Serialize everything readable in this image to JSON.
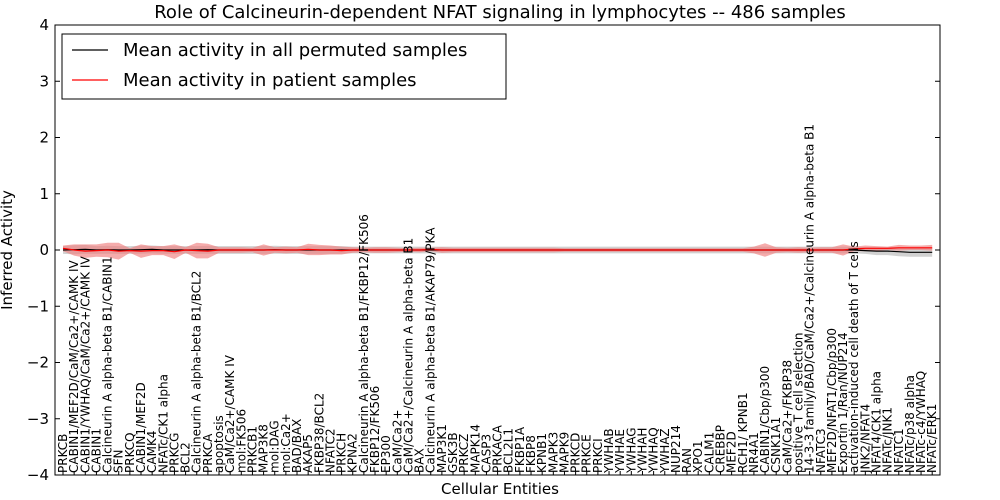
{
  "chart_data": {
    "type": "line",
    "title": "Role of Calcineurin-dependent NFAT signaling in lymphocytes -- 486 samples",
    "xlabel": "Cellular Entities",
    "ylabel": "Inferred Activity",
    "ylim": [
      -4,
      4
    ],
    "yticks": [
      -4,
      -3,
      -2,
      -1,
      0,
      1,
      2,
      3,
      4
    ],
    "grid": false,
    "legend_position": "top-left",
    "categories": [
      "PRKCB",
      "CABIN1/MEF2D/CaM/Ca2+/CAMK IV",
      "CABIN1/YWHAQ/CaM/Ca2+/CAMK IV",
      "CABIN1",
      "Calcineurin A alpha-beta B1/CABIN1",
      "SFN",
      "PRKCQ",
      "CABIN1/MEF2D",
      "CAMK4",
      "NFATc/CK1 alpha",
      "PRKCG",
      "BCL2",
      "Calcineurin A alpha-beta B1/BCL2",
      "PRKCA",
      "apoptosis",
      "CaM/Ca2+/CAMK IV",
      "mol:FK506",
      "PRKCB1",
      "MAP3K8",
      "mol:DAG",
      "mol:Ca2+",
      "BAD/BAX",
      "AKAP5",
      "FKBP38/BCL2",
      "NFATC2",
      "PRKCH",
      "KPNA2",
      "Calcineurin A alpha-beta B1/FKBP12/FK506",
      "FKBP12/FK506",
      "EP300",
      "CaM/Ca2+",
      "CaM/Ca2+/Calcineurin A alpha-beta B1",
      "BAX",
      "Calcineurin A alpha-beta B1/AKAP79/PKA",
      "MAP3K1",
      "GSK3B",
      "PRKCZ",
      "MAPK14",
      "CASP3",
      "PRKACA",
      "BCL2L1",
      "FKBP1A",
      "FKBP8",
      "KPNB1",
      "MAPK3",
      "MAPK9",
      "PRKCD",
      "PRKCE",
      "PRKCI",
      "YWHAB",
      "YWHAE",
      "YWHAG",
      "YWHAH",
      "YWHAQ",
      "YWHAZ",
      "NUP214",
      "RAN",
      "XPO1",
      "CALM1",
      "CREBBP",
      "MEF2D",
      "RCH1/ KPNB1",
      "NR4A1",
      "CABIN1/Cbp/p300",
      "CSNK1A1",
      "CaM/Ca2+/FKBP38",
      "positive T cell selection",
      "14-3-3 family/BAD/CaM/Ca2+/Calcineurin A alpha-beta B1",
      "NFATC3",
      "MEF2D/NFAT1/Cbp/p300",
      "Exportin 1/Ran/NUP214",
      "activation-induced cell death of T cells",
      "JNK2/NFAT4",
      "NFAT4/CK1 alpha",
      "NFATc/JNK1",
      "NFATC1",
      "NFATc/p38 alpha",
      "NFATc-c4/YWHAQ",
      "NFATc/ERK1"
    ],
    "series": [
      {
        "name": "Mean activity in all permuted samples",
        "color": "#000000",
        "band_color": "#b3b3b3",
        "values": [
          0,
          0.005,
          0.01,
          0,
          0.005,
          0,
          0,
          0.005,
          0.01,
          0,
          0,
          0,
          0,
          0.005,
          0,
          0,
          0,
          0,
          0,
          0.005,
          0,
          0,
          0,
          0,
          0,
          0,
          0,
          0,
          0,
          0,
          0,
          0,
          0,
          0,
          0,
          0,
          0,
          0,
          0,
          0,
          0,
          0,
          0,
          0,
          0,
          0,
          0,
          0,
          0,
          0,
          0,
          0,
          0,
          0,
          0,
          0,
          0,
          0,
          0,
          0,
          0,
          0,
          0,
          0,
          0,
          0,
          0,
          0,
          0,
          0,
          0,
          0,
          -0.01,
          -0.02,
          -0.02,
          -0.03,
          -0.04,
          -0.04,
          -0.04
        ],
        "band_halfwidth": [
          0.07,
          0.08,
          0.08,
          0.07,
          0.07,
          0.07,
          0.07,
          0.07,
          0.07,
          0.07,
          0.07,
          0.07,
          0.07,
          0.07,
          0.07,
          0.07,
          0.07,
          0.07,
          0.07,
          0.07,
          0.07,
          0.07,
          0.07,
          0.07,
          0.07,
          0.07,
          0.06,
          0.06,
          0.06,
          0.06,
          0.06,
          0.06,
          0.06,
          0.06,
          0.06,
          0.06,
          0.06,
          0.06,
          0.06,
          0.06,
          0.06,
          0.06,
          0.06,
          0.06,
          0.06,
          0.06,
          0.06,
          0.06,
          0.06,
          0.06,
          0.06,
          0.06,
          0.06,
          0.06,
          0.06,
          0.06,
          0.06,
          0.06,
          0.06,
          0.06,
          0.06,
          0.06,
          0.06,
          0.06,
          0.06,
          0.06,
          0.06,
          0.06,
          0.06,
          0.06,
          0.06,
          0.06,
          0.06,
          0.07,
          0.07,
          0.08,
          0.08,
          0.08,
          0.08
        ]
      },
      {
        "name": "Mean activity in patient samples",
        "color": "#ff0000",
        "band_color": "#f08080",
        "values": [
          0.03,
          0.0,
          -0.02,
          -0.01,
          0.0,
          -0.02,
          -0.01,
          -0.02,
          -0.01,
          -0.01,
          -0.03,
          0.0,
          -0.01,
          -0.02,
          0.0,
          0.0,
          0.0,
          0.0,
          0.0,
          0.0,
          0.0,
          0.0,
          0.01,
          0.0,
          0.0,
          -0.01,
          0.0,
          0.0,
          0.0,
          0.0,
          0.0,
          0.0,
          0.0,
          0.01,
          0.0,
          0.0,
          0.0,
          0.0,
          0.0,
          0.0,
          0.0,
          0.0,
          0.0,
          0.0,
          0.0,
          0.0,
          0.0,
          0.0,
          0.0,
          0.0,
          0.0,
          0.0,
          0.0,
          0.0,
          0.0,
          0.0,
          0.0,
          0.0,
          0.0,
          0.0,
          0.0,
          0.0,
          0.0,
          0.0,
          0.0,
          0.0,
          0.0,
          0.0,
          0.0,
          0.0,
          0.0,
          0.02,
          0.03,
          0.03,
          0.03,
          0.04,
          0.04,
          0.04,
          0.04
        ],
        "band_halfwidth": [
          0.05,
          0.1,
          0.12,
          0.11,
          0.13,
          0.15,
          0.04,
          0.12,
          0.08,
          0.08,
          0.13,
          0.05,
          0.14,
          0.13,
          0.05,
          0.05,
          0.05,
          0.04,
          0.1,
          0.05,
          0.06,
          0.05,
          0.1,
          0.09,
          0.08,
          0.07,
          0.05,
          0.04,
          0.05,
          0.05,
          0.04,
          0.03,
          0.04,
          0.03,
          0.05,
          0.04,
          0.04,
          0.04,
          0.04,
          0.04,
          0.04,
          0.04,
          0.04,
          0.04,
          0.04,
          0.03,
          0.03,
          0.03,
          0.03,
          0.03,
          0.03,
          0.03,
          0.03,
          0.03,
          0.03,
          0.03,
          0.03,
          0.03,
          0.03,
          0.03,
          0.03,
          0.03,
          0.06,
          0.12,
          0.05,
          0.04,
          0.05,
          0.04,
          0.05,
          0.05,
          0.1,
          0.04,
          0.05,
          0.04,
          0.03,
          0.05,
          0.04,
          0.04,
          0.05
        ]
      }
    ]
  }
}
